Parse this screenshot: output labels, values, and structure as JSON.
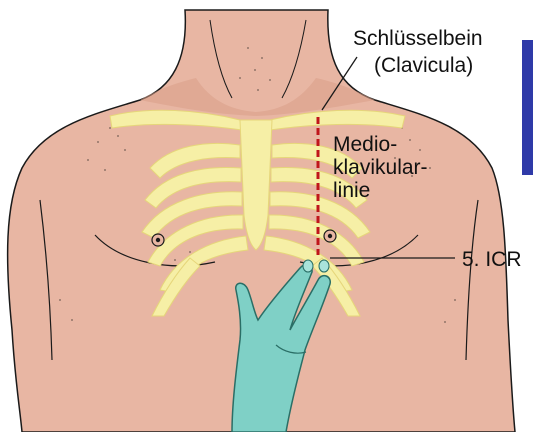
{
  "labels": {
    "clavicle_line1": "Schlüsselbein",
    "clavicle_line2": "(Clavicula)",
    "mcl_line1": "Medio-",
    "mcl_line2": "klavikular-",
    "mcl_line3": "linie",
    "icr": "5. ICR"
  },
  "colors": {
    "skin": "#E8B6A3",
    "skin_shadow": "#D99E89",
    "bone": "#F6EFA6",
    "bone_edge": "#E6D67A",
    "hand": "#7FD0C6",
    "hand_edge": "#2A6E66",
    "midline": "#C0161B",
    "outline": "#1A1A1A",
    "edge_strip": "#2F3AA8"
  },
  "icons": {
    "hand": "hand-two-fingers",
    "nipple": "nipple-marker"
  }
}
